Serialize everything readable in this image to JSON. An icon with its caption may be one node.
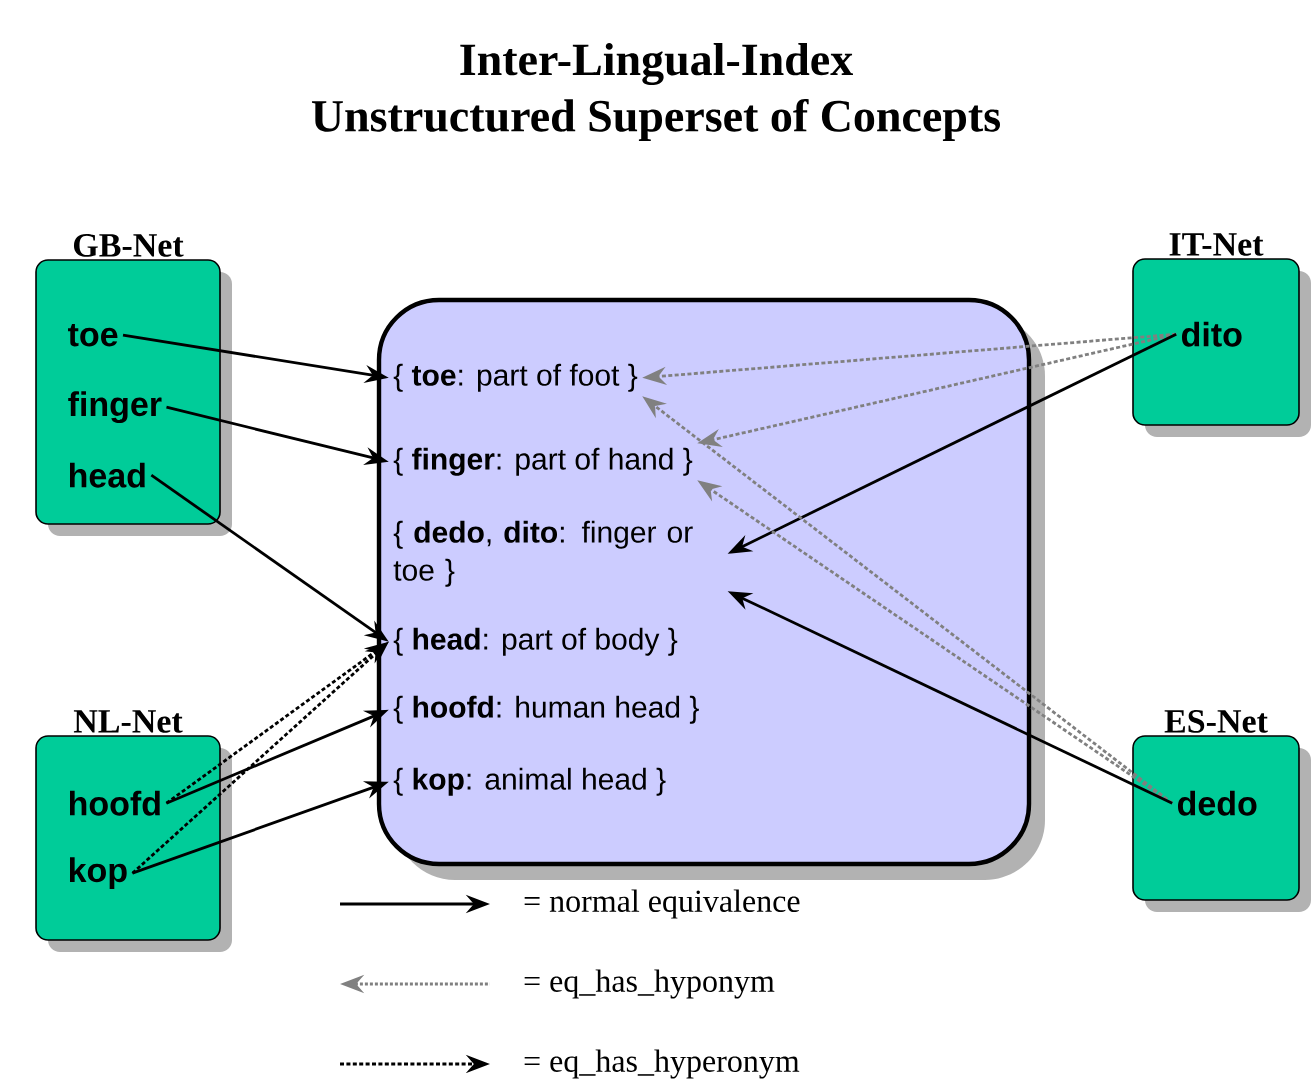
{
  "diagram": {
    "title": "Inter-Lingual-Index",
    "nodes": [
      {
        "text": [],
        "shape": "box"
      },
      {
        "text": [
          "{ **toe**: part of foot }"
        ],
        "in": 0
      },
      {
        "text": [
          "{ **finger**: part of hand }"
        ],
        "in": 0
      },
      {
        "text": [
          "{ **dedo**, **dito**: finger or toe }"
        ],
        "in": 0
      },
      {
        "text": [
          "{ **head**: part of body }"
        ],
        "in": 0
      },
      {
        "text": [
          "{ **hoofd**: human head }"
        ],
        "in": 0
      },
      {
        "text": [
          "{ **kop**: animal head }"
        ],
        "in": 0
      },
      {
        "text": [
          "GB-Net"
        ]
      },
      {
        "text": [
          "toe"
        ],
        "in": 7
      },
      {
        "text": [
          "finger"
        ],
        "in": 7
      },
      {
        "text": [
          "head"
        ],
        "in": 7
      },
      {
        "text": [
          "NL-Net"
        ]
      },
      {
        "text": [
          "hoofd"
        ],
        "in": 11
      },
      {
        "text": [
          "kop"
        ],
        "in": 11
      },
      {
        "text": [
          "IT-Net"
        ]
      },
      {
        "text": [
          "dito"
        ],
        "in": 14
      },
      {
        "text": [
          "ES-Net"
        ]
      },
      {
        "text": [
          "dedo"
        ],
        "in": 16
      }
    ],
    "edges": [
      {
        "from": 8,
        "to": 1,
        "arrow": "to"
      },
      {
        "from": 9,
        "to": 2,
        "arrow": "to"
      },
      {
        "from": 10,
        "to": 4,
        "arrow": "to"
      },
      {
        "from": 12,
        "to": 4,
        "arrow": "to",
        "style": "dashed"
      },
      {
        "from": 13,
        "to": 4,
        "arrow": "to",
        "style": "dashed"
      },
      {
        "from": 12,
        "to": 5,
        "arrow": "to"
      },
      {
        "from": 13,
        "to": 6,
        "arrow": "to"
      },
      {
        "from": 15,
        "to": 1,
        "arrow": "to",
        "style": "dashed",
        "color": "#808080"
      },
      {
        "from": 15,
        "to": 2,
        "arrow": "to",
        "style": "dashed",
        "color": "#808080"
      },
      {
        "from": 15,
        "to": 3,
        "arrow": "to"
      },
      {
        "from": 17,
        "to": 1,
        "arrow": "to",
        "style": "dashed",
        "color": "#808080"
      },
      {
        "from": 17,
        "to": 2,
        "arrow": "to",
        "style": "dashed",
        "color": "#808080"
      },
      {
        "from": 17,
        "to": 3,
        "arrow": "to"
      }
    ],
    "labels": [
      "Unstructured Superset of Concepts"
    ],
    "legend": [
      {
        "text": "= normal equivalence"
      },
      {
        "text": "= eq_has_hyponym"
      },
      {
        "text": "= eq_has_hyperonym"
      }
    ]
  }
}
